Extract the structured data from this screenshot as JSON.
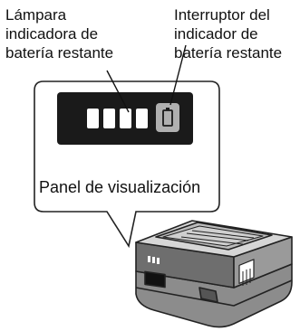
{
  "labels": {
    "left": {
      "line1": "Lámpara",
      "line2": "indicadora de",
      "line3": "batería restante"
    },
    "right": {
      "line1": "Interruptor del",
      "line2": "indicador de",
      "line3": "batería restante"
    }
  },
  "panel_caption": "Panel de visualización",
  "indicator": {
    "lamp_count": 4,
    "lamp_color": "#ffffff",
    "panel_color": "#1a1a1a",
    "switch_color": "#b0b0b0"
  }
}
